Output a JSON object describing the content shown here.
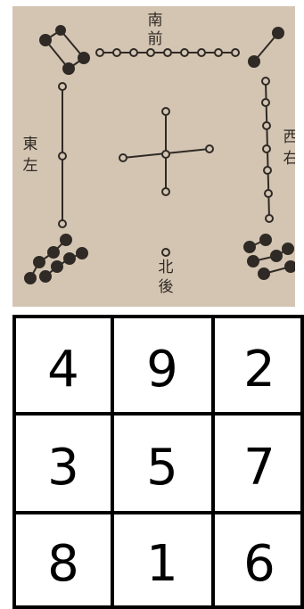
{
  "diagram": {
    "background": "#d4c5b3",
    "ink": "#2f2a25",
    "labels": {
      "south_a": "南",
      "south_b": "前",
      "east_a": "東",
      "east_b": "左",
      "west_a": "西",
      "west_b": "右",
      "north_a": "北",
      "north_b": "後"
    }
  },
  "magic_square": {
    "rows": [
      [
        "4",
        "9",
        "2"
      ],
      [
        "3",
        "5",
        "7"
      ],
      [
        "8",
        "1",
        "6"
      ]
    ]
  }
}
